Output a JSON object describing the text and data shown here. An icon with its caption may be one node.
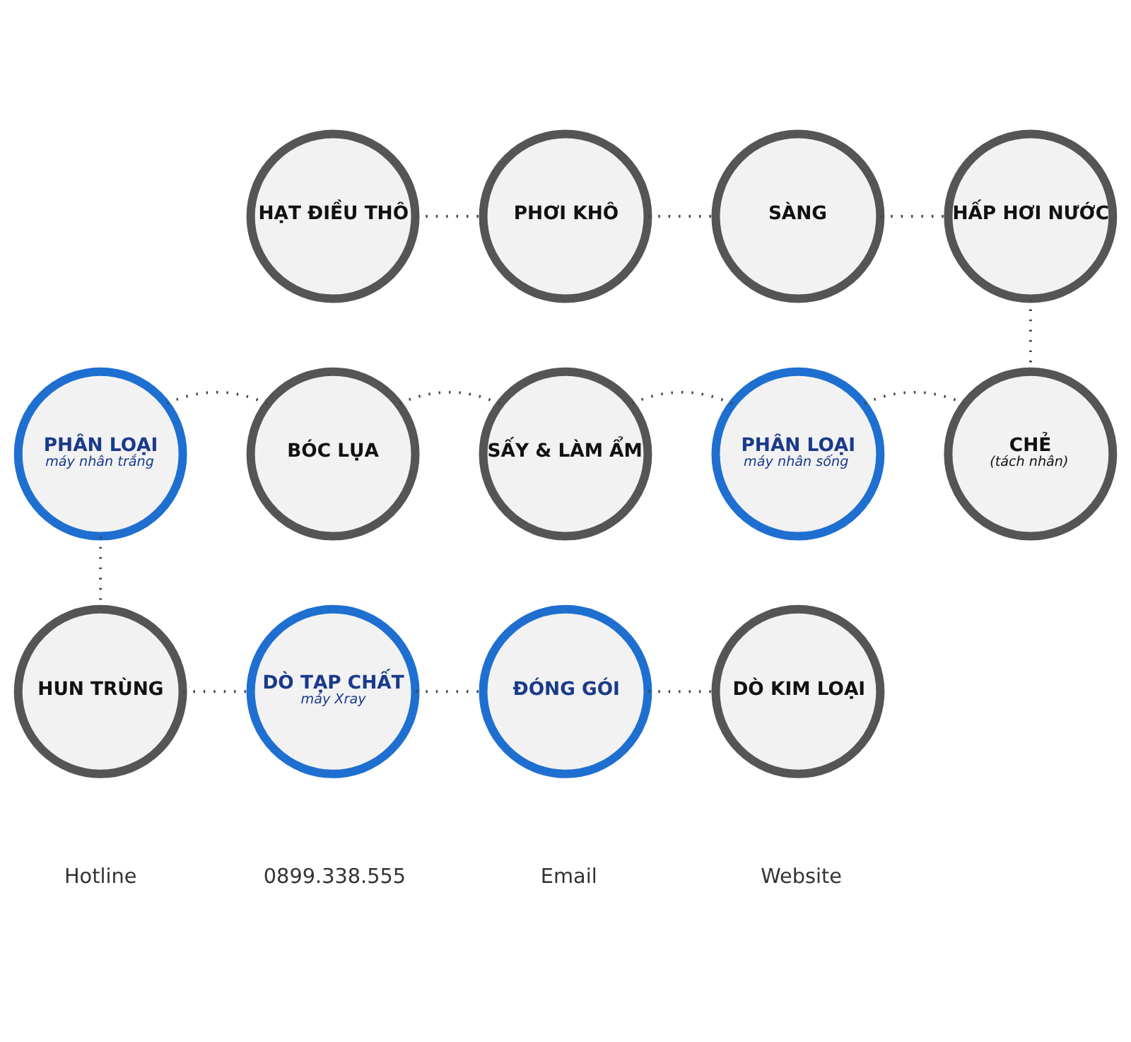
{
  "diagram": {
    "nodes": [
      {
        "text": [
          "HẠT ĐIỀU THÔ"
        ]
      },
      {
        "text": [
          "PHƠI KHÔ"
        ]
      },
      {
        "text": [
          "SÀNG"
        ]
      },
      {
        "text": [
          "HẤP HƠI NƯỚC"
        ]
      },
      {
        "text": [
          "CHẺ",
          "(tách nhân)"
        ]
      },
      {
        "text": [
          "PHÂN LOẠI",
          "máy nhân sống"
        ]
      },
      {
        "text": [
          "SẤY & LÀM ẨM"
        ]
      },
      {
        "text": [
          "BÓC LỤA"
        ]
      },
      {
        "text": [
          "PHÂN LOẠI",
          "máy nhân trắng"
        ]
      },
      {
        "text": [
          "HUN TRÙNG"
        ]
      },
      {
        "text": [
          "DÒ TẠP CHẤT",
          "máy Xray"
        ]
      },
      {
        "text": [
          "ĐÓNG GÓI"
        ]
      },
      {
        "text": [
          "DÒ KIM LOẠI"
        ]
      }
    ],
    "edges": [
      {
        "from": 0,
        "to": 1,
        "arrow": "none",
        "style": "dashed"
      },
      {
        "from": 1,
        "to": 2,
        "arrow": "none",
        "style": "dashed"
      },
      {
        "from": 2,
        "to": 3,
        "arrow": "none",
        "style": "dashed"
      },
      {
        "from": 3,
        "to": 4,
        "arrow": "none",
        "style": "dashed"
      },
      {
        "from": 4,
        "to": 5,
        "arrow": "none",
        "style": "dashed"
      },
      {
        "from": 5,
        "to": 6,
        "arrow": "none",
        "style": "dashed"
      },
      {
        "from": 6,
        "to": 7,
        "arrow": "none",
        "style": "dashed"
      },
      {
        "from": 7,
        "to": 8,
        "arrow": "none",
        "style": "dashed"
      },
      {
        "from": 8,
        "to": 9,
        "arrow": "none",
        "style": "dashed"
      },
      {
        "from": 9,
        "to": 10,
        "arrow": "none",
        "style": "dashed"
      },
      {
        "from": 10,
        "to": 11,
        "arrow": "none",
        "style": "dashed"
      },
      {
        "from": 11,
        "to": 12,
        "arrow": "none",
        "style": "dashed"
      }
    ],
    "labels": [
      "Hotline",
      "0899.338.555",
      "Email",
      "Website"
    ]
  }
}
